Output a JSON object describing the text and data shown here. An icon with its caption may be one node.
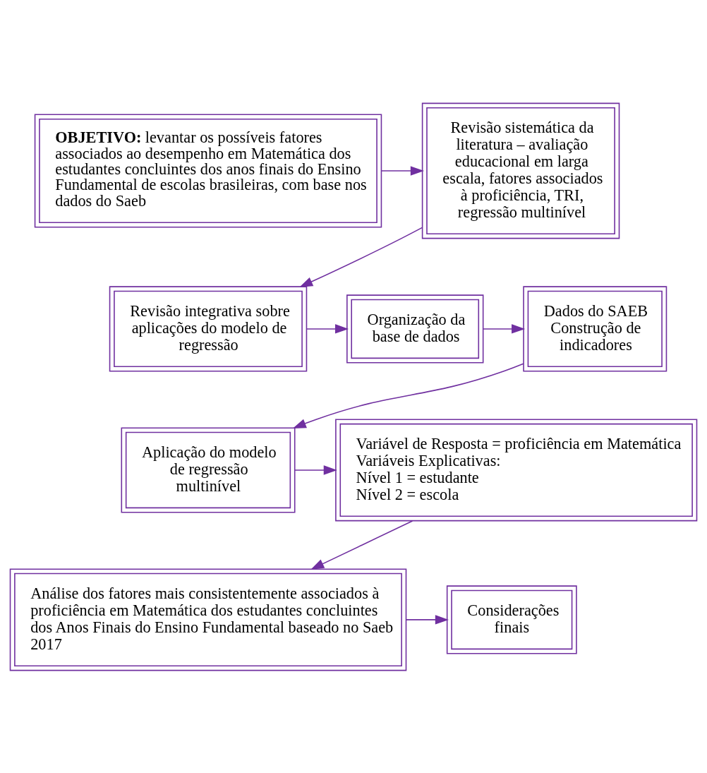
{
  "diagram": {
    "nodes": [
      {
        "text": [
          "**OBJETIVO:** levantar os possíveis fatores associados ao desempenho em Matemática dos estudantes concluintes dos anos finais do Ensino Fundamental de escolas brasileiras, com base nos dados do Saeb"
        ]
      },
      {
        "text": [
          "Revisão sistemática da literatura – avaliação educacional em larga escala, fatores associados à proficiência, TRI, regressão multinível"
        ]
      },
      {
        "text": [
          "Revisão integrativa sobre aplicações do modelo de regressão"
        ]
      },
      {
        "text": [
          "Organização da base de dados"
        ]
      },
      {
        "text": [
          "Dados do SAEB",
          "Construção de indicadores"
        ]
      },
      {
        "text": [
          "Aplicação do modelo de regressão multinível"
        ]
      },
      {
        "text": [
          "Variável de Resposta = proficiência em Matemática",
          "Variáveis Explicativas:",
          "Nível 1 = estudante",
          "Nível 2 = escola"
        ]
      },
      {
        "text": [
          "Análise dos fatores mais consistentemente associados à proficiência em Matemática dos estudantes concluintes dos Anos Finais do Ensino Fundamental baseado no Saeb 2017"
        ]
      },
      {
        "text": [
          "Considerações finais"
        ]
      }
    ],
    "edges": [
      {
        "from": 0,
        "to": 1,
        "arrow": "to"
      },
      {
        "from": 1,
        "to": 2,
        "arrow": "to"
      },
      {
        "from": 2,
        "to": 3,
        "arrow": "to"
      },
      {
        "from": 3,
        "to": 4,
        "arrow": "to"
      },
      {
        "from": 4,
        "to": 5,
        "arrow": "to"
      },
      {
        "from": 5,
        "to": 6,
        "arrow": "to"
      },
      {
        "from": 6,
        "to": 7,
        "arrow": "to"
      },
      {
        "from": 7,
        "to": 8,
        "arrow": "to"
      }
    ]
  }
}
